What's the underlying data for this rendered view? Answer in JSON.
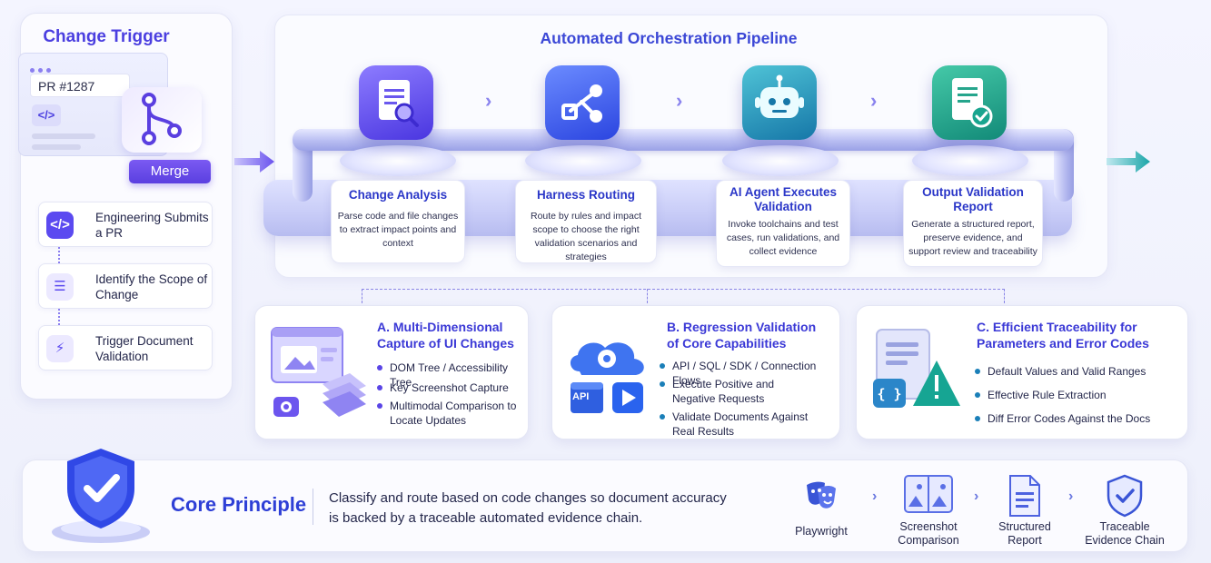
{
  "left_panel": {
    "title": "Change Trigger",
    "pr_label": "PR #1287",
    "code_chip": "</>",
    "merge_label": "Merge",
    "steps": [
      {
        "icon": "code-icon",
        "label": "Engineering Submits a PR"
      },
      {
        "icon": "list-icon",
        "label": "Identify the Scope of Change"
      },
      {
        "icon": "lightning-icon",
        "label": "Trigger Document Validation"
      }
    ]
  },
  "pipeline": {
    "title": "Automated Orchestration Pipeline",
    "stages": [
      {
        "icon": "document-search-icon",
        "title": "Change Analysis",
        "desc": "Parse code and file changes to extract impact points and context",
        "color": "#5b4af0"
      },
      {
        "icon": "share-routing-icon",
        "title": "Harness Routing",
        "desc": "Route by rules and impact scope to choose the right validation scenarios and strategies",
        "color": "#3c5bf0"
      },
      {
        "icon": "robot-icon",
        "title": "AI Agent Executes Validation",
        "desc": "Invoke toolchains and test cases, run validations, and collect evidence",
        "color": "#1f9bb8"
      },
      {
        "icon": "report-check-icon",
        "title": "Output Validation Report",
        "desc": "Generate a structured report, preserve evidence, and support review and traceability",
        "color": "#1aa58f"
      }
    ]
  },
  "details": [
    {
      "icon": "ui-capture-icon",
      "title": "A. Multi-Dimensional Capture of UI Changes",
      "items": [
        "DOM Tree / Accessibility Tree",
        "Key Screenshot Capture",
        "Multimodal Comparison to Locate Updates"
      ]
    },
    {
      "icon": "cloud-api-icon",
      "title": "B. Regression Validation of Core Capabilities",
      "api_label": "API",
      "items": [
        "API / SQL / SDK / Connection Flows",
        "Execute Positive and Negative Requests",
        "Validate Documents Against Real Results"
      ]
    },
    {
      "icon": "doc-warning-icon",
      "title": "C. Efficient Traceability for Parameters and Error Codes",
      "items": [
        "Default Values and Valid Ranges",
        "Effective Rule Extraction",
        "Diff Error Codes Against the Docs"
      ]
    }
  ],
  "principle": {
    "icon": "shield-check-icon",
    "title": "Core Principle",
    "text": "Classify and route based on code changes so document accuracy is backed by a traceable automated evidence chain.",
    "tools": [
      {
        "icon": "playwright-masks-icon",
        "label": "Playwright"
      },
      {
        "icon": "screenshot-compare-icon",
        "label": "Screenshot Comparison"
      },
      {
        "icon": "structured-report-icon",
        "label": "Structured Report"
      },
      {
        "icon": "traceable-shield-icon",
        "label": "Traceable Evidence Chain"
      }
    ]
  },
  "colors": {
    "primary_purple": "#5b4af0",
    "primary_blue": "#3b47d6",
    "teal": "#1aa58f"
  }
}
